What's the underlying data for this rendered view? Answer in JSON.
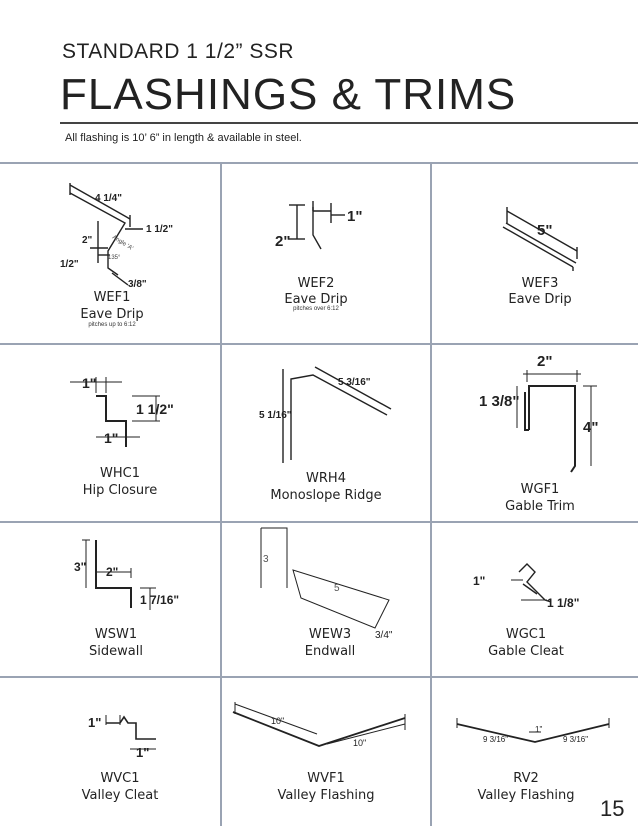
{
  "header": {
    "subtitle": "STANDARD 1 1/2” SSR",
    "title": "FLASHINGS & TRIMS",
    "note": "All flashing is 10’ 6” in length & available in steel."
  },
  "items": [
    {
      "code": "WEF1",
      "name": "Eave Drip",
      "note": "pitches up to 6:12",
      "dims": {
        "a": "4 1/4\"",
        "b": "1 1/2\"",
        "c": "2\"",
        "d": "1/2\"",
        "e": "3/8\"",
        "f": "Angle 'A'",
        "g": "135°"
      }
    },
    {
      "code": "WEF2",
      "name": "Eave Drip",
      "note": "pitches over 6:12",
      "dims": {
        "a": "1\"",
        "b": "2\""
      }
    },
    {
      "code": "WEF3",
      "name": "Eave Drip",
      "dims": {
        "a": "5\""
      }
    },
    {
      "code": "WHC1",
      "name": "Hip Closure",
      "dims": {
        "a": "1\"",
        "b": "1 1/2\"",
        "c": "1\""
      }
    },
    {
      "code": "WRH4",
      "name": "Monoslope Ridge",
      "dims": {
        "a": "5 3/16\"",
        "b": "5 1/16\""
      }
    },
    {
      "code": "WGF1",
      "name": "Gable Trim",
      "dims": {
        "a": "2\"",
        "b": "1 3/8\"",
        "c": "4\""
      }
    },
    {
      "code": "WSW1",
      "name": "Sidewall",
      "dims": {
        "a": "3\"",
        "b": "2\"",
        "c": "1 7/16\""
      }
    },
    {
      "code": "WEW3",
      "name": "Endwall",
      "dims": {
        "a": "3",
        "b": "5",
        "c": "3/4\""
      }
    },
    {
      "code": "WGC1",
      "name": "Gable Cleat",
      "dims": {
        "a": "1\"",
        "b": "1 1/8\""
      }
    },
    {
      "code": "WVC1",
      "name": "Valley Cleat",
      "dims": {
        "a": "1\"",
        "b": "1\""
      }
    },
    {
      "code": "WVF1",
      "name": "Valley Flashing",
      "dims": {
        "a": "10\"",
        "b": "10\""
      }
    },
    {
      "code": "RV2",
      "name": "Valley Flashing",
      "dims": {
        "a": "9 3/16\"",
        "b": "1\"",
        "c": "9 3/16\""
      }
    }
  ],
  "page_number": "15"
}
